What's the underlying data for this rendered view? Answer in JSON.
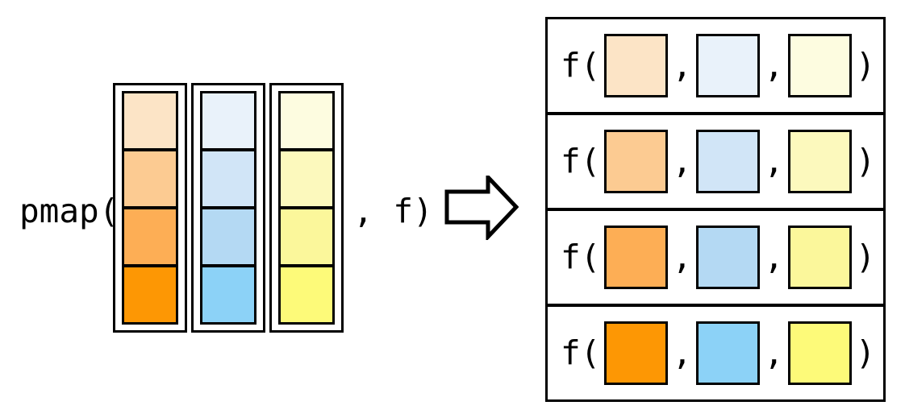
{
  "diagram": {
    "expression": {
      "prefix": "pmap(",
      "suffix": ", f)"
    },
    "arrow": {
      "icon": "block-arrow-right",
      "fill": "#FFFFFF",
      "stroke": "#000000"
    },
    "input_columns": [
      {
        "id": "orange-column",
        "cells": [
          "#FCE4C6",
          "#FCCB92",
          "#FDAE55",
          "#FD9704"
        ]
      },
      {
        "id": "blue-column",
        "cells": [
          "#E9F2FA",
          "#D1E5F7",
          "#B4D9F3",
          "#8CD2F7"
        ]
      },
      {
        "id": "yellow-column",
        "cells": [
          "#FDFCE0",
          "#FCF9BD",
          "#FBF79B",
          "#FDFA79"
        ]
      }
    ],
    "call": {
      "open": "f(",
      "separator": ",",
      "close": ")"
    },
    "output_rows": [
      {
        "args": [
          "#FCE4C6",
          "#E9F2FA",
          "#FDFCE0"
        ]
      },
      {
        "args": [
          "#FCCB92",
          "#D1E5F7",
          "#FCF9BD"
        ]
      },
      {
        "args": [
          "#FDAE55",
          "#B4D9F3",
          "#FBF79B"
        ]
      },
      {
        "args": [
          "#FD9704",
          "#8CD2F7",
          "#FDFA79"
        ]
      }
    ],
    "colors": {
      "outline": "#000000",
      "background": "#FFFFFF"
    }
  }
}
